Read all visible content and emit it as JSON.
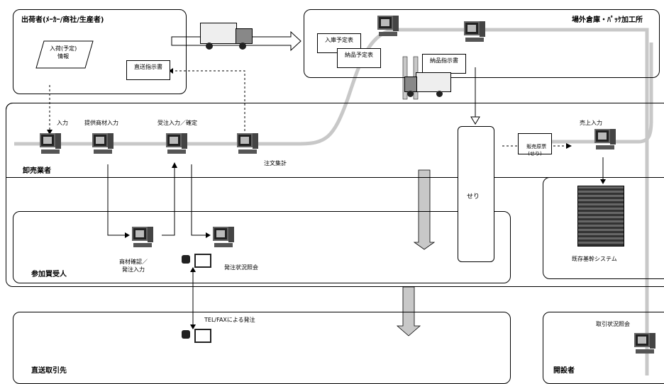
{
  "sections": {
    "shipper": "出荷者(ﾒｰｶｰ/商社/生産者)",
    "warehouse": "場外倉庫・ﾊﾟｯｹ加工所",
    "wholesaler": "卸売業者",
    "buyer": "参加買受人",
    "direct": "直送取引先",
    "opener": "開設者"
  },
  "documents": {
    "arrival_info": "入荷(予定)\n情報",
    "direct_instruction": "直送指示書",
    "receipt_plan": "入庫予定表",
    "delivery_plan": "納品予定表",
    "delivery_instruction": "納品指示書",
    "sales_slip": "販売原票\n(せり)"
  },
  "labels": {
    "input": "入力",
    "supply_input": "提供商材入力",
    "order_input": "受注入力／確定",
    "order_total": "注文集計",
    "sales_input": "売上入力",
    "auction": "せり",
    "existing_system": "既存基幹システム",
    "product_confirm": "商材確認／\n発注入力",
    "order_status": "発注状況照会",
    "tel_fax_order": "TEL/FAXによる発注",
    "trade_status": "取引状況照会"
  }
}
